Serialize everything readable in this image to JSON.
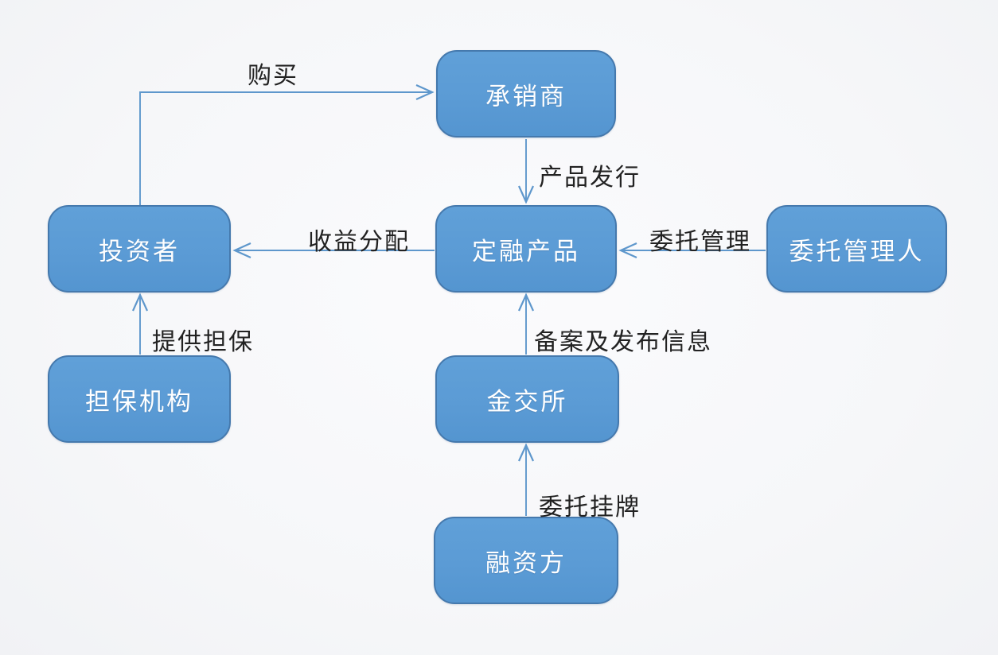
{
  "diagram": {
    "colors": {
      "node_fill": "#5B9BD5",
      "node_border": "#4579AD",
      "node_text": "#FFFFFF",
      "arrow": "#5E97CC",
      "edge_label_text": "#222222",
      "background": "#F6F7F9"
    },
    "nodes": [
      {
        "id": "underwriter",
        "label": "承销商"
      },
      {
        "id": "investor",
        "label": "投资者"
      },
      {
        "id": "product",
        "label": "定融产品"
      },
      {
        "id": "manager",
        "label": "委托管理人"
      },
      {
        "id": "guarantor",
        "label": "担保机构"
      },
      {
        "id": "exchange",
        "label": "金交所"
      },
      {
        "id": "financier",
        "label": "融资方"
      }
    ],
    "edges": [
      {
        "from": "投资者",
        "to": "承销商",
        "label": "购买"
      },
      {
        "from": "承销商",
        "to": "定融产品",
        "label": "产品发行"
      },
      {
        "from": "定融产品",
        "to": "投资者",
        "label": "收益分配"
      },
      {
        "from": "委托管理人",
        "to": "定融产品",
        "label": "委托管理"
      },
      {
        "from": "担保机构",
        "to": "投资者",
        "label": "提供担保"
      },
      {
        "from": "金交所",
        "to": "定融产品",
        "label": "备案及发布信息"
      },
      {
        "from": "融资方",
        "to": "金交所",
        "label": "委托挂牌"
      }
    ]
  }
}
